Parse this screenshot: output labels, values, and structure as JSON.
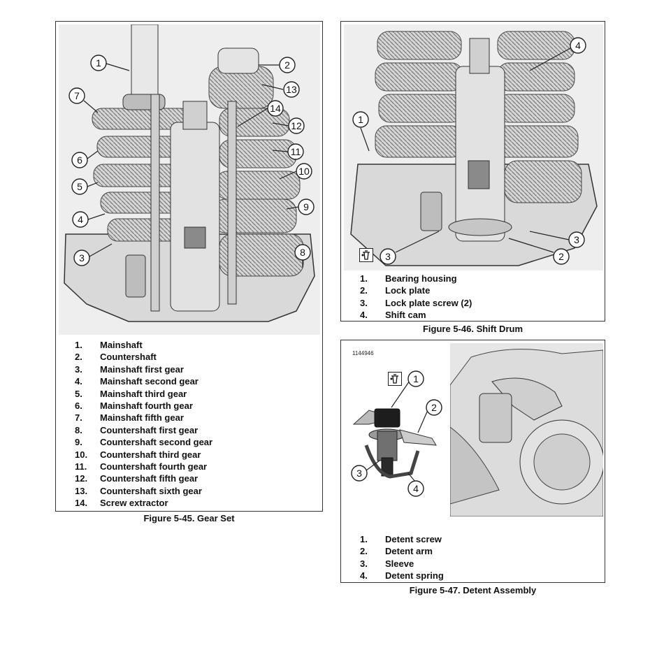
{
  "fig45": {
    "image_id": "1019459",
    "callouts": [
      "1",
      "2",
      "13",
      "7",
      "14",
      "12",
      "6",
      "11",
      "10",
      "5",
      "9",
      "4",
      "3",
      "8"
    ],
    "legend": [
      {
        "num": "1.",
        "label": "Mainshaft"
      },
      {
        "num": "2.",
        "label": "Countershaft"
      },
      {
        "num": "3.",
        "label": "Mainshaft first gear"
      },
      {
        "num": "4.",
        "label": "Mainshaft second gear"
      },
      {
        "num": "5.",
        "label": "Mainshaft third gear"
      },
      {
        "num": "6.",
        "label": "Mainshaft fourth gear"
      },
      {
        "num": "7.",
        "label": "Mainshaft fifth gear"
      },
      {
        "num": "8.",
        "label": "Countershaft first gear"
      },
      {
        "num": "9.",
        "label": "Countershaft second gear"
      },
      {
        "num": "10.",
        "label": "Countershaft third gear"
      },
      {
        "num": "11.",
        "label": "Countershaft fourth gear"
      },
      {
        "num": "12.",
        "label": "Countershaft fifth gear"
      },
      {
        "num": "13.",
        "label": "Countershaft sixth gear"
      },
      {
        "num": "14.",
        "label": "Screw extractor"
      }
    ],
    "caption": "Figure 5-45. Gear Set"
  },
  "fig46": {
    "image_id": "1019508",
    "callouts": [
      "4",
      "1",
      "3",
      "3",
      "2"
    ],
    "legend": [
      {
        "num": "1.",
        "label": "Bearing housing"
      },
      {
        "num": "2.",
        "label": "Lock plate"
      },
      {
        "num": "3.",
        "label": "Lock plate screw (2)"
      },
      {
        "num": "4.",
        "label": "Shift cam"
      }
    ],
    "caption": "Figure 5-46. Shift Drum"
  },
  "fig47": {
    "image_id": "1144946",
    "callouts": [
      "1",
      "2",
      "3",
      "4"
    ],
    "legend": [
      {
        "num": "1.",
        "label": "Detent screw"
      },
      {
        "num": "2.",
        "label": "Detent arm"
      },
      {
        "num": "3.",
        "label": "Sleeve"
      },
      {
        "num": "4.",
        "label": "Detent spring"
      }
    ],
    "caption": "Figure 5-47. Detent Assembly"
  }
}
